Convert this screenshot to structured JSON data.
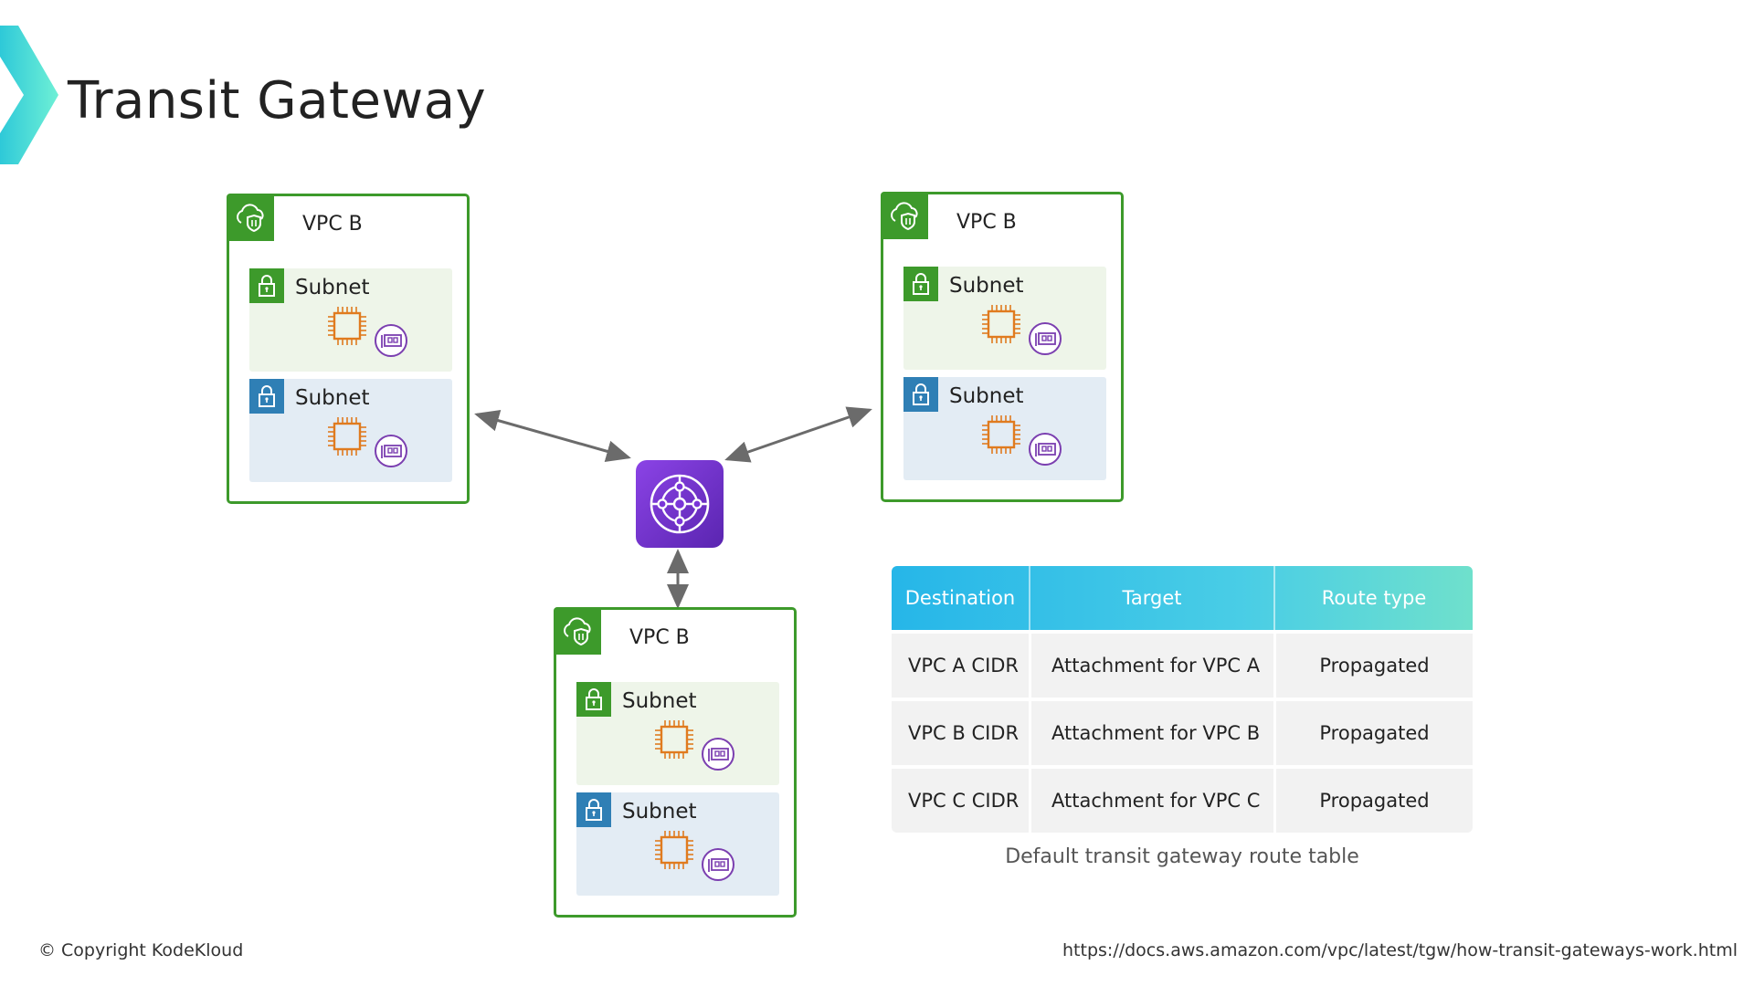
{
  "title": "Transit Gateway",
  "vpcs": [
    {
      "label": "VPC B",
      "subnets": [
        {
          "label": "Subnet"
        },
        {
          "label": "Subnet"
        }
      ]
    },
    {
      "label": "VPC B",
      "subnets": [
        {
          "label": "Subnet"
        },
        {
          "label": "Subnet"
        }
      ]
    },
    {
      "label": "VPC B",
      "subnets": [
        {
          "label": "Subnet"
        },
        {
          "label": "Subnet"
        }
      ]
    }
  ],
  "route_table": {
    "headers": [
      "Destination",
      "Target",
      "Route type"
    ],
    "rows": [
      [
        "VPC A CIDR",
        "Attachment for VPC A",
        "Propagated"
      ],
      [
        "VPC B CIDR",
        "Attachment for VPC B",
        "Propagated"
      ],
      [
        "VPC C CIDR",
        "Attachment for VPC C",
        "Propagated"
      ]
    ],
    "caption": "Default transit gateway route table"
  },
  "footer": {
    "copyright": "© Copyright KodeKloud",
    "url": "https://docs.aws.amazon.com/vpc/latest/tgw/how-transit-gateways-work.html"
  },
  "colors": {
    "vpc_border": "#3d9a2b",
    "private_subnet": "#3d9a2b",
    "public_subnet": "#2f7fb5",
    "ec2_chip": "#e07b1f",
    "eni": "#7b3fb0",
    "tgw": "#6a2fd0",
    "table_header": "#26b6e8"
  },
  "icons": [
    "vpc-cloud-shield-icon",
    "lock-icon",
    "ec2-chip-icon",
    "network-interface-icon",
    "transit-gateway-icon",
    "chevron-logo"
  ]
}
